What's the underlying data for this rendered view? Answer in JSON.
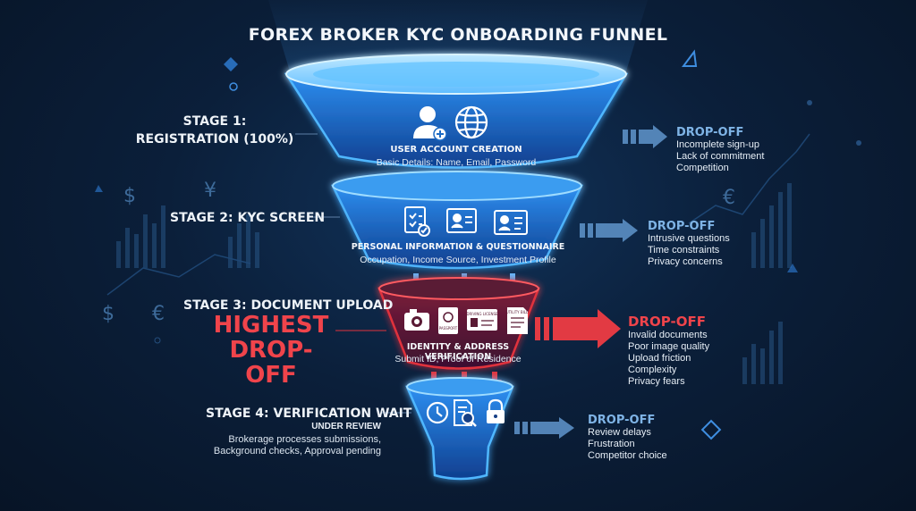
{
  "title": "FOREX BROKER KYC ONBOARDING FUNNEL",
  "stages": [
    {
      "label": "STAGE 1:\nREGISTRATION (100%)",
      "tier_title": "USER ACCOUNT CREATION",
      "tier_subtitle": "Basic Details: Name, Email, Password",
      "icons": [
        "add-user-icon",
        "globe-icon"
      ],
      "dropoff": {
        "heading": "DROP-OFF",
        "reasons": [
          "Incomplete sign-up",
          "Lack of commitment",
          "Competition"
        ]
      }
    },
    {
      "label": "STAGE 2: KYC SCREEN",
      "tier_title": "PERSONAL INFORMATION & QUESTIONNAIRE",
      "tier_subtitle": "Occupation, Income Source, Investment Profile",
      "icons": [
        "checklist-icon",
        "id-card-icon",
        "profile-card-icon"
      ],
      "dropoff": {
        "heading": "DROP-OFF",
        "reasons": [
          "Intrusive questions",
          "Time constraints",
          "Privacy concerns"
        ]
      }
    },
    {
      "label": "STAGE 3: DOCUMENT UPLOAD",
      "highlight": "HIGHEST\nDROP-OFF",
      "tier_title": "IDENTITY & ADDRESS VERIFICATION",
      "tier_subtitle": "Submit ID, Proof of Residence",
      "icons": [
        "camera-icon",
        "passport-icon",
        "driving-license-icon",
        "utility-bill-icon"
      ],
      "icon_texts": [
        "PASSPORT",
        "DRIVING LICENSE",
        "UTILITY BILL"
      ],
      "dropoff": {
        "heading": "DROP-OFF",
        "reasons": [
          "Invalid documents",
          "Poor image quality",
          "Upload friction",
          "Complexity",
          "Privacy fears"
        ]
      }
    },
    {
      "label": "STAGE 4: VERIFICATION WAIT",
      "review_title": "UNDER REVIEW",
      "review_desc": "Brokerage processes submissions,\nBackground checks, Approval pending",
      "icons": [
        "clock-icon",
        "document-search-icon",
        "lock-icon"
      ],
      "dropoff": {
        "heading": "DROP-OFF",
        "reasons": [
          "Review delays",
          "Frustration",
          "Competitor choice"
        ]
      }
    }
  ],
  "decor_symbols": [
    "$",
    "¥",
    "€",
    "$",
    "€"
  ],
  "colors": {
    "background": "#0b1f3a",
    "funnel_blue": "#2f8fe8",
    "funnel_glow": "#4fb7ff",
    "funnel_red": "#e0333d",
    "dropoff_blue_text": "#7fb4e6",
    "dropoff_red_text": "#f0444b",
    "arrow_blue": "#5b8fc4",
    "arrow_red": "#e23a43"
  }
}
